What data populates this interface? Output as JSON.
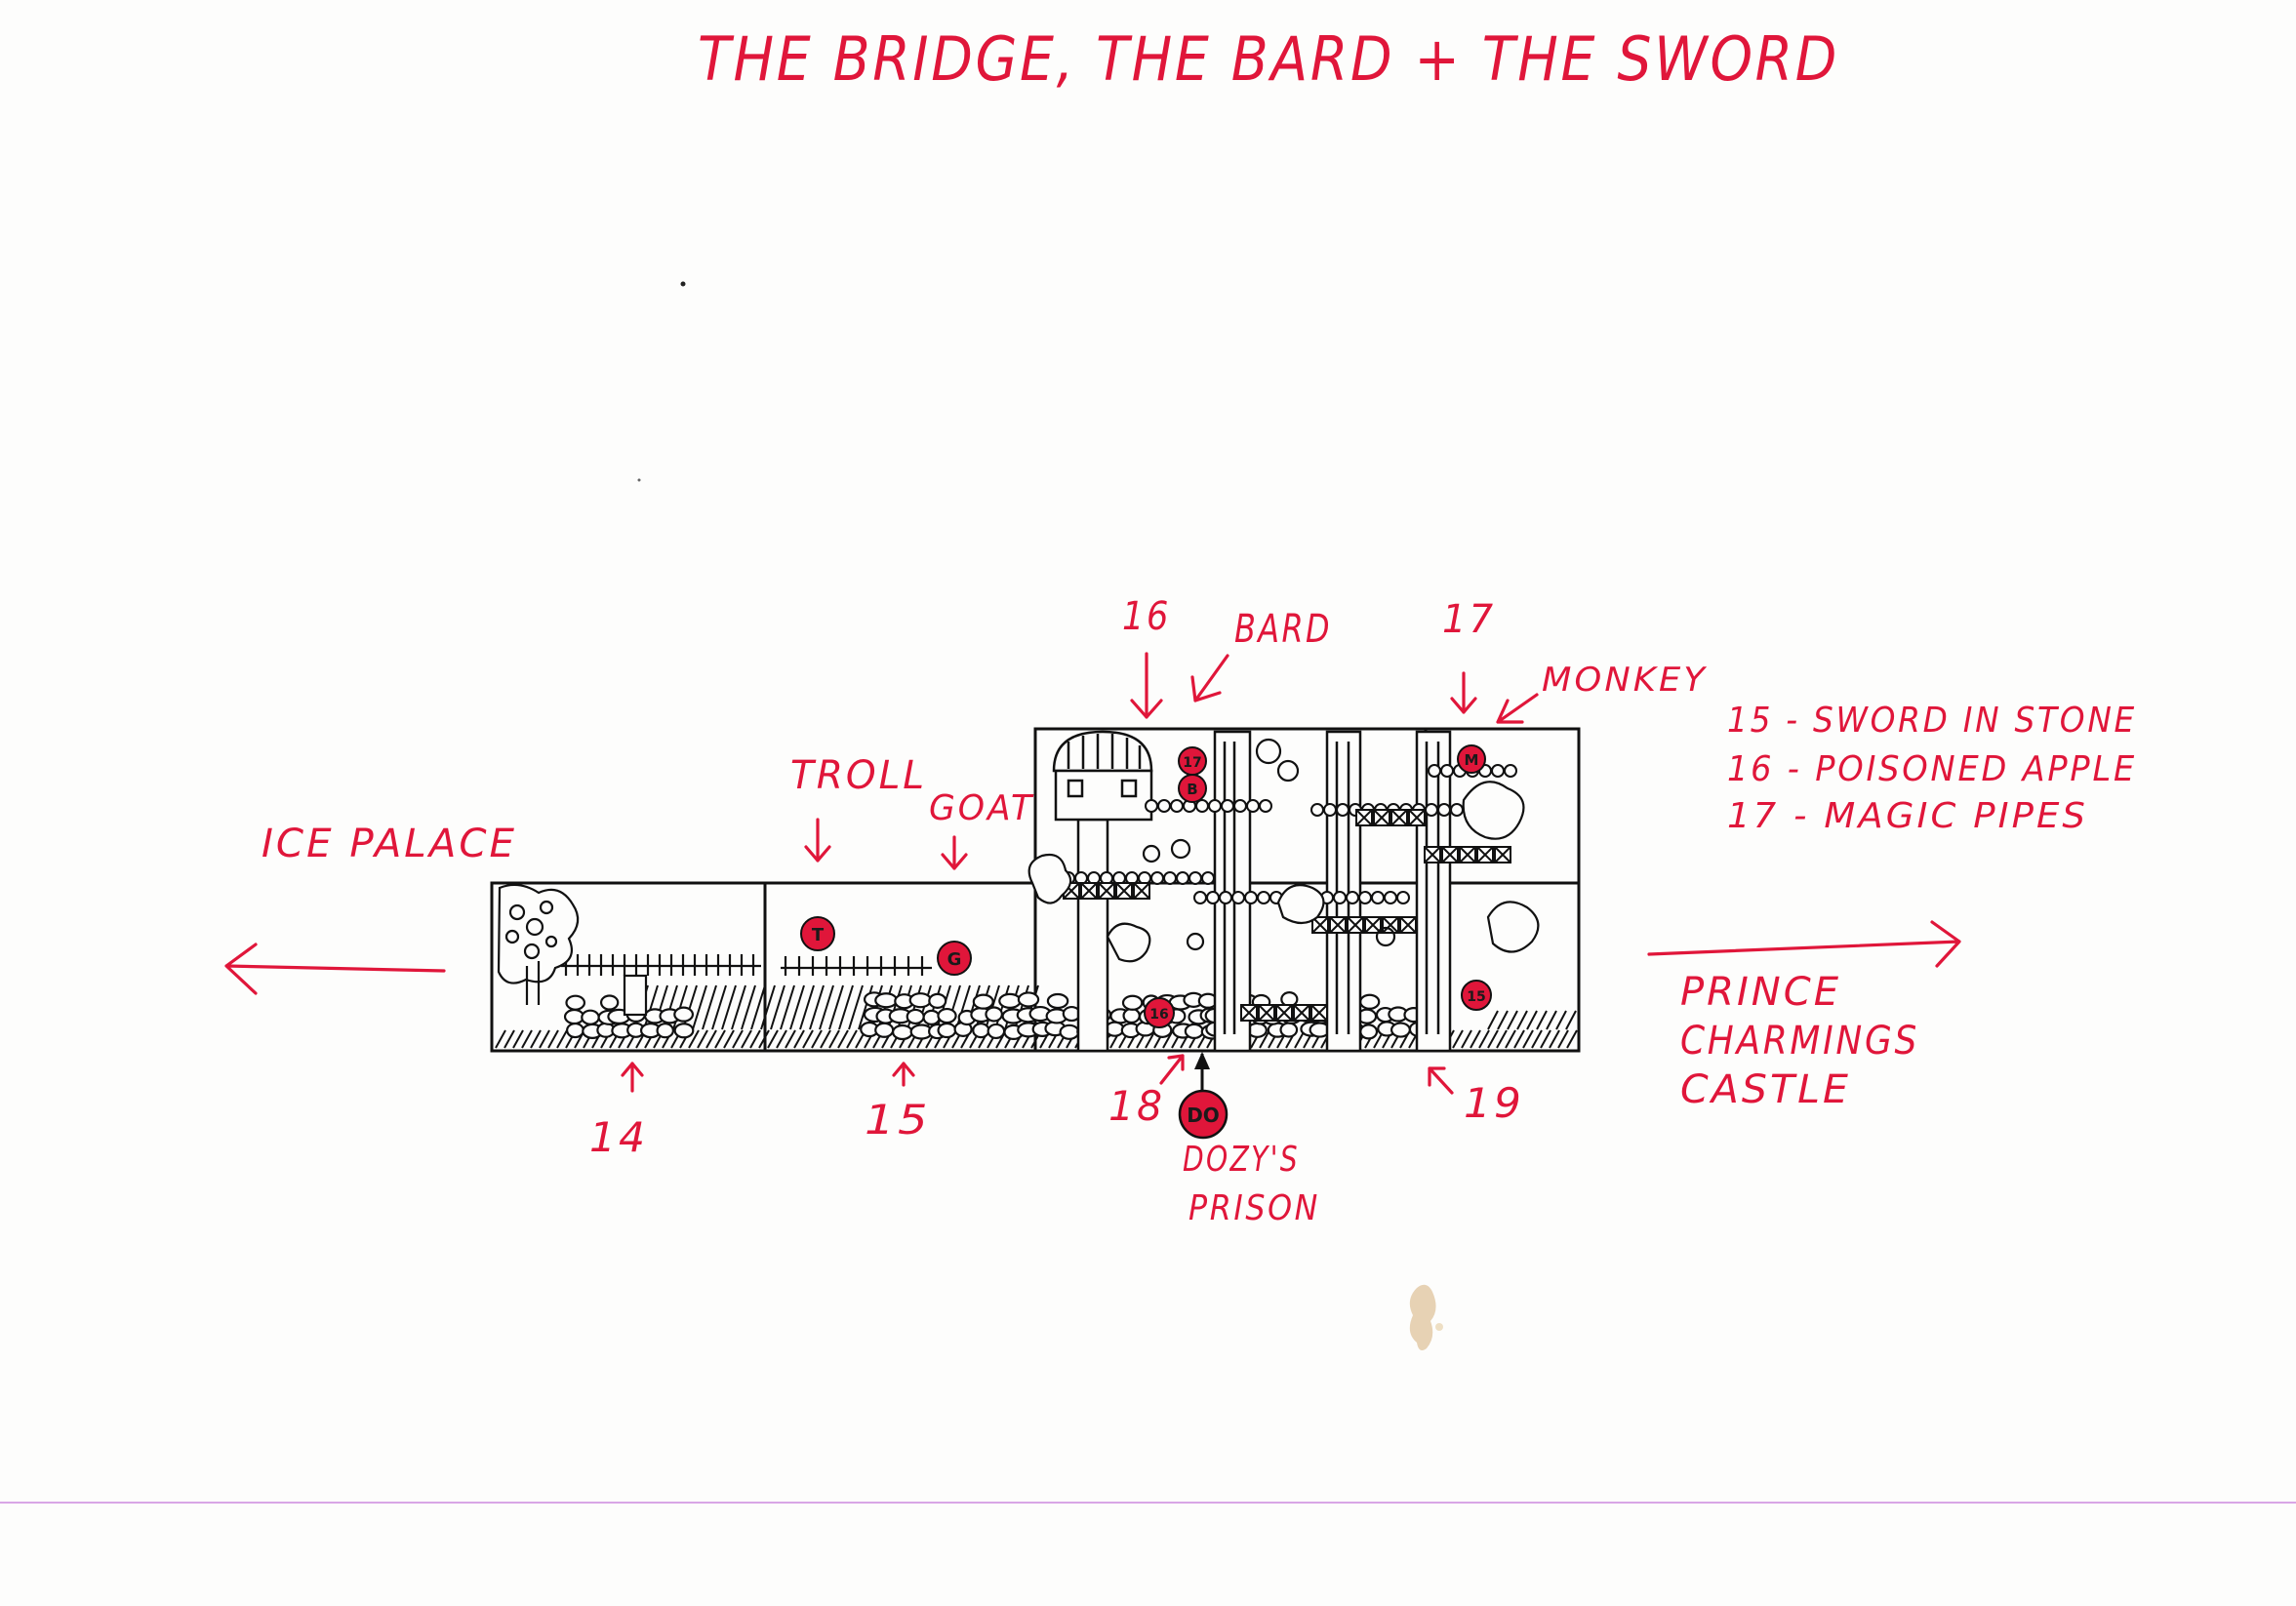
{
  "title": "THE BRIDGE, THE BARD + THE SWORD",
  "labels": {
    "ice_palace": "ICE PALACE",
    "troll": "TROLL",
    "goat": "GOAT",
    "bard": "BARD",
    "monkey": "MONKEY",
    "prince_line1": "PRINCE",
    "prince_line2": "CHARMINGS",
    "prince_line3": "CASTLE",
    "dozy_line1": "DOZY'S",
    "dozy_line2": "PRISON"
  },
  "room_numbers": {
    "n14": "14",
    "n15": "15",
    "n16": "16",
    "n17": "17",
    "n18": "18",
    "n19": "19"
  },
  "legend": [
    {
      "text": "15 - SWORD IN STONE"
    },
    {
      "text": "16 - POISONED APPLE"
    },
    {
      "text": "17 - MAGIC PIPES"
    }
  ],
  "markers": {
    "troll": "T",
    "goat": "G",
    "bard": "B",
    "monkey": "M",
    "pipes": "17",
    "apple": "16",
    "sword": "15",
    "dozy": "DO"
  },
  "colors": {
    "ink_red": "#e0163a",
    "ink_black": "#111111",
    "paper": "#fdfdfc",
    "margin_line": "#d9a6e6"
  }
}
